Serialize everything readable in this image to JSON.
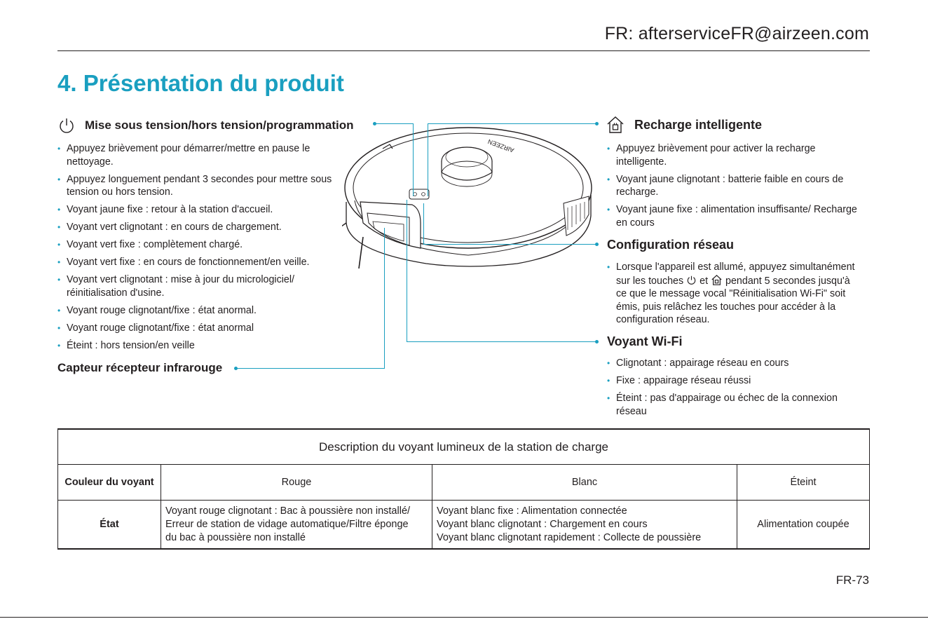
{
  "header": {
    "email": "FR: afterserviceFR@airzeen.com"
  },
  "title": "4. Présentation du produit",
  "power": {
    "heading": "Mise sous tension/hors tension/programmation",
    "items": [
      "Appuyez brièvement pour démarrer/mettre en pause le nettoyage.",
      "Appuyez longuement pendant 3 secondes pour mettre sous tension ou hors tension.",
      "Voyant jaune fixe : retour à la station d'accueil.",
      "Voyant vert clignotant : en cours de chargement.",
      "Voyant vert fixe : complètement chargé.",
      "Voyant vert fixe : en cours de fonctionnement/en veille.",
      "Voyant vert clignotant : mise à jour du micrologiciel/ réinitialisation d'usine.",
      "Voyant rouge clignotant/fixe : état anormal.",
      "Voyant rouge clignotant/fixe : état anormal",
      "Éteint : hors tension/en veille"
    ]
  },
  "ir": {
    "heading": "Capteur récepteur infrarouge"
  },
  "recharge": {
    "heading": "Recharge intelligente",
    "items": [
      "Appuyez brièvement pour activer la recharge intelligente.",
      "Voyant jaune clignotant : batterie faible en cours de recharge.",
      "Voyant jaune fixe : alimentation insuffisante/ Recharge en cours"
    ]
  },
  "network": {
    "heading": "Configuration réseau",
    "text_a": "Lorsque l'appareil est allumé, appuyez simultanément sur les touches",
    "text_b": "et",
    "text_c": "pendant 5 secondes jusqu'à ce que le message vocal \"Réinitialisation Wi-Fi\" soit émis, puis relâchez les touches pour accéder à la configuration réseau."
  },
  "wifi": {
    "heading": "Voyant Wi-Fi",
    "items": [
      "Clignotant : appairage réseau en cours",
      "Fixe : appairage réseau réussi",
      "Éteint : pas d'appairage ou échec de la connexion réseau"
    ]
  },
  "robot": {
    "brand": "AIRZEEN"
  },
  "table": {
    "caption": "Description du voyant lumineux de la station de charge",
    "row_color": {
      "label": "Couleur du voyant",
      "rouge": "Rouge",
      "blanc": "Blanc",
      "eteint": "Éteint"
    },
    "row_state": {
      "label": "État",
      "rouge": [
        "Voyant rouge clignotant : Bac à poussière non installé/",
        "Erreur de station de vidage automatique/Filtre éponge",
        "du bac à poussière non installé"
      ],
      "blanc": [
        "Voyant blanc fixe : Alimentation connectée",
        "Voyant blanc clignotant : Chargement en cours",
        "Voyant blanc clignotant rapidement : Collecte de poussière"
      ],
      "eteint": "Alimentation coupée"
    }
  },
  "page_number": "FR-73",
  "colors": {
    "accent": "#1a9fc0",
    "text": "#231f20"
  }
}
